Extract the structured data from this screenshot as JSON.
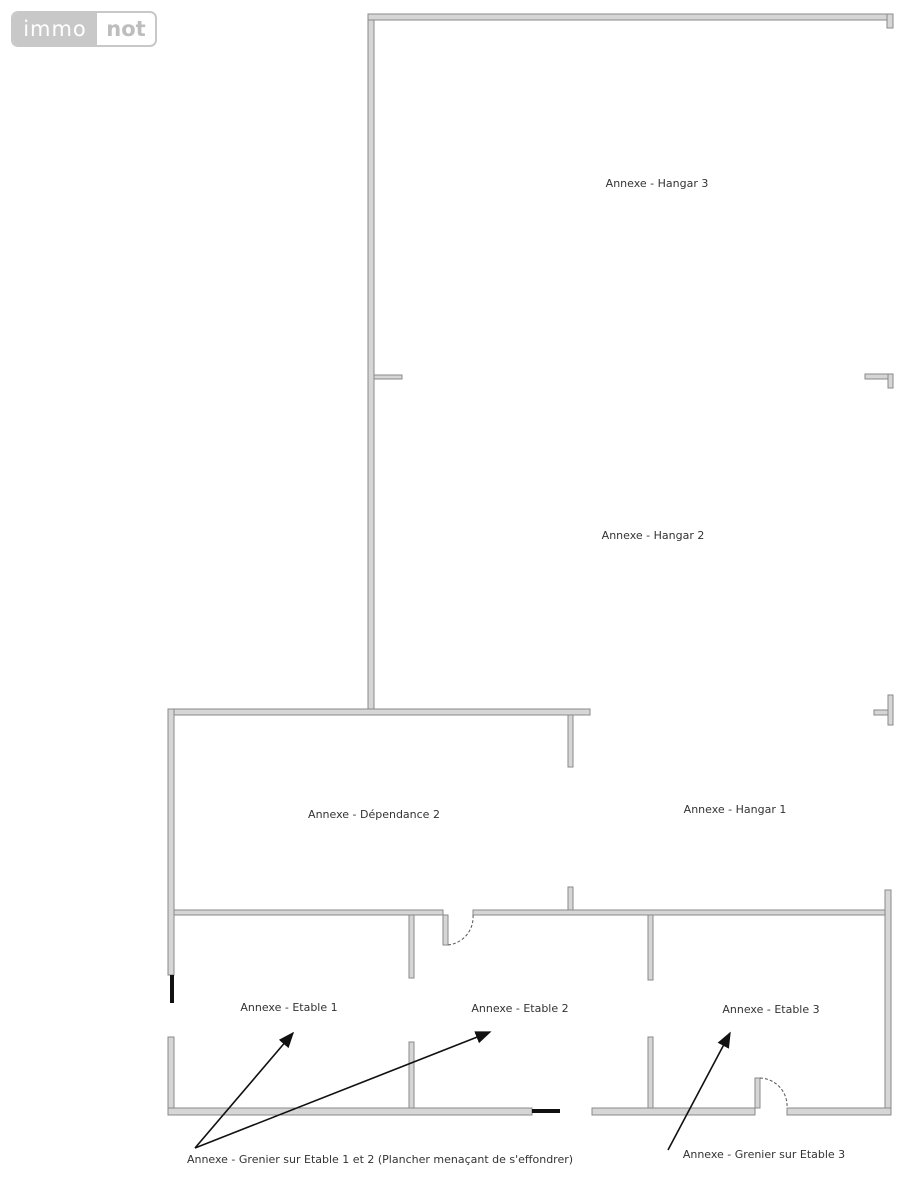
{
  "logo": {
    "left": "immo",
    "right": "not"
  },
  "rooms": {
    "hangar3": "Annexe - Hangar 3",
    "hangar2": "Annexe - Hangar 2",
    "hangar1": "Annexe - Hangar 1",
    "dependance2": "Annexe - Dépendance 2",
    "etable1": "Annexe - Etable 1",
    "etable2": "Annexe - Etable 2",
    "etable3": "Annexe - Etable 3"
  },
  "annotations": {
    "grenier12": "Annexe - Grenier sur Etable 1 et 2 (Plancher menaçant de s'effondrer)",
    "grenier3": "Annexe - Grenier sur Etable 3"
  }
}
